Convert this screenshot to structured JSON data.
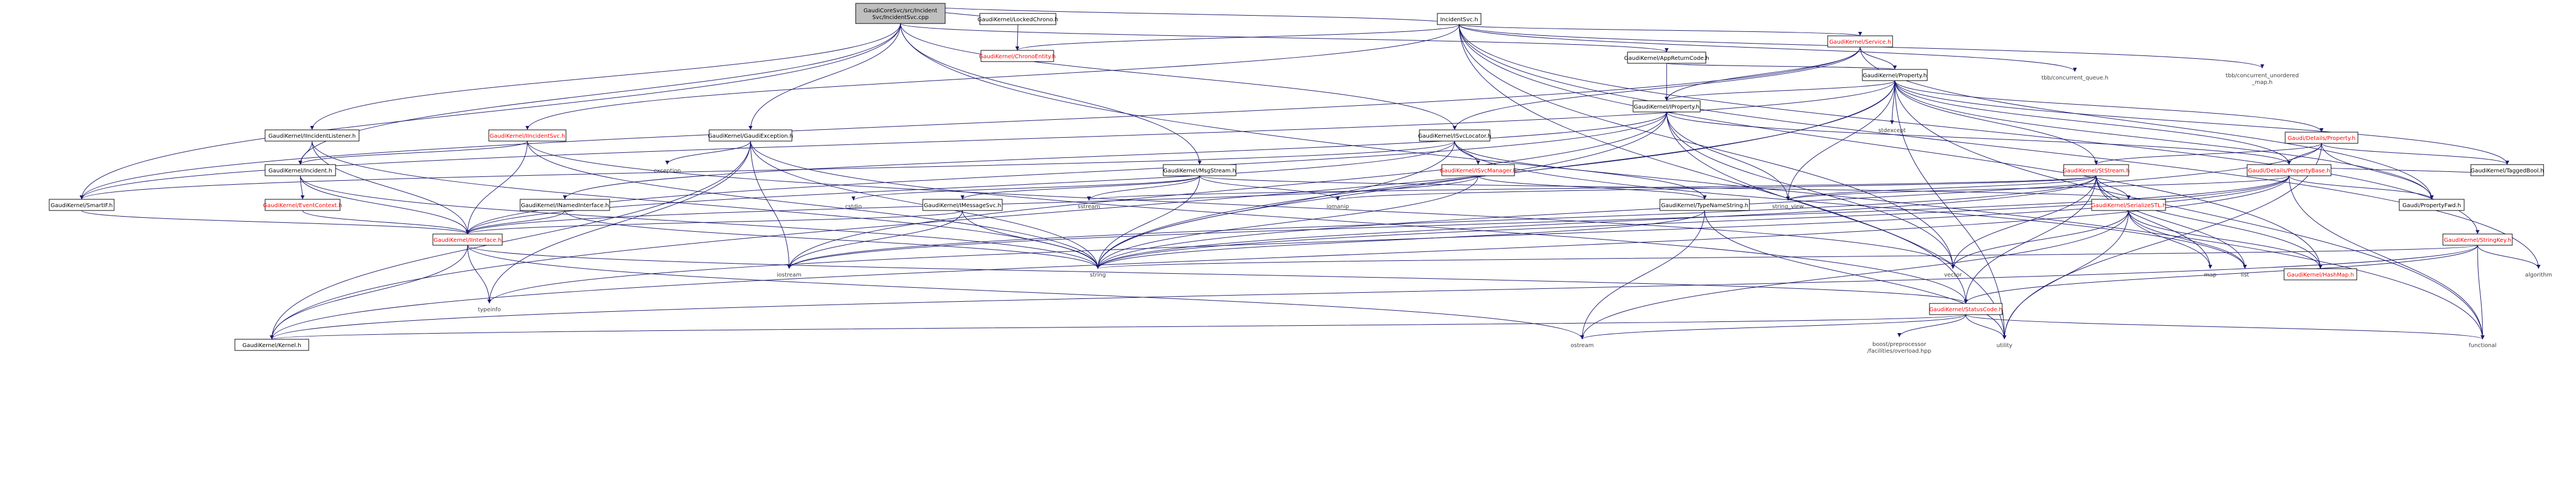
{
  "graph": {
    "nodes": [
      {
        "id": "root",
        "lines": [
          "GaudiCoreSvc/src/Incident",
          "Svc/IncidentSvc.cpp"
        ],
        "kind": "root"
      },
      {
        "id": "incsvch",
        "lines": [
          "IncidentSvc.h"
        ],
        "kind": "plain"
      },
      {
        "id": "lockedchrono",
        "lines": [
          "GaudiKernel/LockedChrono.h"
        ],
        "kind": "plain"
      },
      {
        "id": "chronoentity",
        "lines": [
          "GaudiKernel/ChronoEntity.h"
        ],
        "kind": "red"
      },
      {
        "id": "appreturn",
        "lines": [
          "GaudiKernel/AppReturnCode.h"
        ],
        "kind": "plain"
      },
      {
        "id": "servicehdr",
        "lines": [
          "GaudiKernel/Service.h"
        ],
        "kind": "red"
      },
      {
        "id": "tbbq",
        "lines": [
          "tbb/concurrent_queue.h"
        ],
        "kind": "lib"
      },
      {
        "id": "tbbmap",
        "lines": [
          "tbb/concurrent_unordered",
          "_map.h"
        ],
        "kind": "lib"
      },
      {
        "id": "property",
        "lines": [
          "GaudiKernel/Property.h"
        ],
        "kind": "plain"
      },
      {
        "id": "iproperty",
        "lines": [
          "GaudiKernel/IProperty.h"
        ],
        "kind": "plain"
      },
      {
        "id": "stdexcept",
        "lines": [
          "stdexcept"
        ],
        "kind": "lib"
      },
      {
        "id": "iincidentlistener",
        "lines": [
          "GaudiKernel/IIncidentListener.h"
        ],
        "kind": "plain"
      },
      {
        "id": "iincidentsvc",
        "lines": [
          "GaudiKernel/IIncidentSvc.h"
        ],
        "kind": "red"
      },
      {
        "id": "gaudiexception",
        "lines": [
          "GaudiKernel/GaudiException.h"
        ],
        "kind": "plain"
      },
      {
        "id": "isvclocator",
        "lines": [
          "GaudiKernel/ISvcLocator.h"
        ],
        "kind": "plain"
      },
      {
        "id": "detailsproperty",
        "lines": [
          "Gaudi/Details/Property.h"
        ],
        "kind": "red"
      },
      {
        "id": "incident",
        "lines": [
          "GaudiKernel/Incident.h"
        ],
        "kind": "plain"
      },
      {
        "id": "exception",
        "lines": [
          "exception"
        ],
        "kind": "lib"
      },
      {
        "id": "msgstream",
        "lines": [
          "GaudiKernel/MsgStream.h"
        ],
        "kind": "plain"
      },
      {
        "id": "isvcmanager",
        "lines": [
          "GaudiKernel/ISvcManager.h"
        ],
        "kind": "red"
      },
      {
        "id": "ststream",
        "lines": [
          "GaudiKernel/StStream.h"
        ],
        "kind": "red"
      },
      {
        "id": "detailspropertybase",
        "lines": [
          "Gaudi/Details/PropertyBase.h"
        ],
        "kind": "red"
      },
      {
        "id": "taggedbool",
        "lines": [
          "GaudiKernel/TaggedBool.h"
        ],
        "kind": "plain"
      },
      {
        "id": "smartif",
        "lines": [
          "GaudiKernel/SmartIF.h"
        ],
        "kind": "plain"
      },
      {
        "id": "eventcontext",
        "lines": [
          "GaudiKernel/EventContext.h"
        ],
        "kind": "red"
      },
      {
        "id": "inamedinterface",
        "lines": [
          "GaudiKernel/INamedInterface.h"
        ],
        "kind": "plain"
      },
      {
        "id": "imessagesvc",
        "lines": [
          "GaudiKernel/IMessageSvc.h"
        ],
        "kind": "plain"
      },
      {
        "id": "cstdio",
        "lines": [
          "cstdio"
        ],
        "kind": "lib"
      },
      {
        "id": "sstream",
        "lines": [
          "sstream"
        ],
        "kind": "lib"
      },
      {
        "id": "iomanip",
        "lines": [
          "iomanip"
        ],
        "kind": "lib"
      },
      {
        "id": "typenamestring",
        "lines": [
          "GaudiKernel/TypeNameString.h"
        ],
        "kind": "plain"
      },
      {
        "id": "stringview",
        "lines": [
          "string_view"
        ],
        "kind": "lib"
      },
      {
        "id": "serializestl",
        "lines": [
          "GaudiKernel/SerializeSTL.h"
        ],
        "kind": "red"
      },
      {
        "id": "propertyfwd",
        "lines": [
          "Gaudi/PropertyFwd.h"
        ],
        "kind": "plain"
      },
      {
        "id": "stringkey",
        "lines": [
          "GaudiKernel/StringKey.h"
        ],
        "kind": "red"
      },
      {
        "id": "iinterface",
        "lines": [
          "GaudiKernel/IInterface.h"
        ],
        "kind": "red"
      },
      {
        "id": "iostream",
        "lines": [
          "iostream"
        ],
        "kind": "lib"
      },
      {
        "id": "string",
        "lines": [
          "string"
        ],
        "kind": "lib"
      },
      {
        "id": "vector",
        "lines": [
          "vector"
        ],
        "kind": "lib"
      },
      {
        "id": "map",
        "lines": [
          "map"
        ],
        "kind": "lib"
      },
      {
        "id": "list",
        "lines": [
          "list"
        ],
        "kind": "lib"
      },
      {
        "id": "hashmap",
        "lines": [
          "GaudiKernel/HashMap.h"
        ],
        "kind": "red"
      },
      {
        "id": "algorithm",
        "lines": [
          "algorithm"
        ],
        "kind": "lib"
      },
      {
        "id": "typeinfo",
        "lines": [
          "typeinfo"
        ],
        "kind": "lib"
      },
      {
        "id": "statuscode",
        "lines": [
          "GaudiKernel/StatusCode.h"
        ],
        "kind": "red"
      },
      {
        "id": "kernel",
        "lines": [
          "GaudiKernel/Kernel.h"
        ],
        "kind": "plain"
      },
      {
        "id": "ostream",
        "lines": [
          "ostream"
        ],
        "kind": "lib"
      },
      {
        "id": "boostpp",
        "lines": [
          "boost/preprocessor",
          "/facilities/overload.hpp"
        ],
        "kind": "lib"
      },
      {
        "id": "utility",
        "lines": [
          "utility"
        ],
        "kind": "lib"
      },
      {
        "id": "functional",
        "lines": [
          "functional"
        ],
        "kind": "lib"
      }
    ],
    "edges": [
      [
        "root",
        "incsvch"
      ],
      [
        "root",
        "lockedchrono"
      ],
      [
        "root",
        "appreturn"
      ],
      [
        "root",
        "iincidentlistener"
      ],
      [
        "root",
        "incident"
      ],
      [
        "root",
        "gaudiexception"
      ],
      [
        "root",
        "msgstream"
      ],
      [
        "root",
        "isvclocator"
      ],
      [
        "root",
        "smartif"
      ],
      [
        "root",
        "functional"
      ],
      [
        "incsvch",
        "servicehdr"
      ],
      [
        "incsvch",
        "tbbq"
      ],
      [
        "incsvch",
        "tbbmap"
      ],
      [
        "incsvch",
        "chronoentity"
      ],
      [
        "incsvch",
        "iincidentsvc"
      ],
      [
        "incsvch",
        "stringkey"
      ],
      [
        "incsvch",
        "hashmap"
      ],
      [
        "incsvch",
        "algorithm"
      ],
      [
        "incsvch",
        "vector"
      ],
      [
        "incsvch",
        "utility"
      ],
      [
        "lockedchrono",
        "chronoentity"
      ],
      [
        "appreturn",
        "property"
      ],
      [
        "appreturn",
        "iproperty"
      ],
      [
        "servicehdr",
        "property"
      ],
      [
        "servicehdr",
        "iproperty"
      ],
      [
        "servicehdr",
        "isvclocator"
      ],
      [
        "servicehdr",
        "smartif"
      ],
      [
        "servicehdr",
        "propertyfwd"
      ],
      [
        "property",
        "iproperty"
      ],
      [
        "property",
        "stdexcept"
      ],
      [
        "property",
        "detailsproperty"
      ],
      [
        "property",
        "detailspropertybase"
      ],
      [
        "property",
        "taggedbool"
      ],
      [
        "property",
        "ststream"
      ],
      [
        "property",
        "string"
      ],
      [
        "property",
        "stringview"
      ],
      [
        "property",
        "utility"
      ],
      [
        "property",
        "smartif"
      ],
      [
        "property",
        "kernel"
      ],
      [
        "property",
        "propertyfwd"
      ],
      [
        "property",
        "functional"
      ],
      [
        "iproperty",
        "iinterface"
      ],
      [
        "iproperty",
        "inamedinterface"
      ],
      [
        "iproperty",
        "string"
      ],
      [
        "iproperty",
        "vector"
      ],
      [
        "iproperty",
        "stringview"
      ],
      [
        "iproperty",
        "iostream"
      ],
      [
        "iproperty",
        "statuscode"
      ],
      [
        "iproperty",
        "detailspropertybase"
      ],
      [
        "iincidentlistener",
        "incident"
      ],
      [
        "iincidentlistener",
        "iinterface"
      ],
      [
        "iincidentlistener",
        "string"
      ],
      [
        "iincidentsvc",
        "incident"
      ],
      [
        "iincidentsvc",
        "iinterface"
      ],
      [
        "iincidentsvc",
        "string"
      ],
      [
        "iincidentsvc",
        "vector"
      ],
      [
        "gaudiexception",
        "statuscode"
      ],
      [
        "gaudiexception",
        "exception"
      ],
      [
        "gaudiexception",
        "iostream"
      ],
      [
        "gaudiexception",
        "string"
      ],
      [
        "gaudiexception",
        "typeinfo"
      ],
      [
        "gaudiexception",
        "kernel"
      ],
      [
        "isvclocator",
        "isvcmanager"
      ],
      [
        "isvclocator",
        "smartif"
      ],
      [
        "isvclocator",
        "typenamestring"
      ],
      [
        "isvclocator",
        "string"
      ],
      [
        "isvclocator",
        "list"
      ],
      [
        "isvclocator",
        "iinterface"
      ],
      [
        "detailsproperty",
        "detailspropertybase"
      ],
      [
        "detailsproperty",
        "ststream"
      ],
      [
        "detailsproperty",
        "taggedbool"
      ],
      [
        "detailsproperty",
        "propertyfwd"
      ],
      [
        "detailsproperty",
        "string"
      ],
      [
        "detailsproperty",
        "utility"
      ],
      [
        "incident",
        "eventcontext"
      ],
      [
        "incident",
        "iinterface"
      ],
      [
        "incident",
        "string"
      ],
      [
        "msgstream",
        "imessagesvc"
      ],
      [
        "msgstream",
        "sstream"
      ],
      [
        "msgstream",
        "iomanip"
      ],
      [
        "msgstream",
        "cstdio"
      ],
      [
        "msgstream",
        "string"
      ],
      [
        "msgstream",
        "serializestl"
      ],
      [
        "isvcmanager",
        "iinterface"
      ],
      [
        "isvcmanager",
        "string"
      ],
      [
        "isvcmanager",
        "typenamestring"
      ],
      [
        "ststream",
        "serializestl"
      ],
      [
        "ststream",
        "iostream"
      ],
      [
        "ststream",
        "sstream"
      ],
      [
        "ststream",
        "iomanip"
      ],
      [
        "ststream",
        "string"
      ],
      [
        "ststream",
        "vector"
      ],
      [
        "ststream",
        "list"
      ],
      [
        "ststream",
        "map"
      ],
      [
        "ststream",
        "stringview"
      ],
      [
        "ststream",
        "statuscode"
      ],
      [
        "ststream",
        "hashmap"
      ],
      [
        "detailspropertybase",
        "propertyfwd"
      ],
      [
        "detailspropertybase",
        "taggedbool"
      ],
      [
        "detailspropertybase",
        "string"
      ],
      [
        "detailspropertybase",
        "stringview"
      ],
      [
        "detailspropertybase",
        "iostream"
      ],
      [
        "detailspropertybase",
        "typeinfo"
      ],
      [
        "detailspropertybase",
        "functional"
      ],
      [
        "detailspropertybase",
        "kernel"
      ],
      [
        "smartif",
        "iinterface"
      ],
      [
        "eventcontext",
        "iinterface"
      ],
      [
        "inamedinterface",
        "iinterface"
      ],
      [
        "inamedinterface",
        "string"
      ],
      [
        "imessagesvc",
        "iinterface"
      ],
      [
        "imessagesvc",
        "iostream"
      ],
      [
        "imessagesvc",
        "string"
      ],
      [
        "typenamestring",
        "string"
      ],
      [
        "typenamestring",
        "ostream"
      ],
      [
        "typenamestring",
        "utility"
      ],
      [
        "serializestl",
        "vector"
      ],
      [
        "serializestl",
        "list"
      ],
      [
        "serializestl",
        "map"
      ],
      [
        "serializestl",
        "utility"
      ],
      [
        "serializestl",
        "ostream"
      ],
      [
        "serializestl",
        "hashmap"
      ],
      [
        "stringkey",
        "functional"
      ],
      [
        "stringkey",
        "string"
      ],
      [
        "stringkey",
        "algorithm"
      ],
      [
        "stringkey",
        "statuscode"
      ],
      [
        "stringkey",
        "kernel"
      ],
      [
        "iinterface",
        "statuscode"
      ],
      [
        "iinterface",
        "typeinfo"
      ],
      [
        "iinterface",
        "ostream"
      ],
      [
        "iinterface",
        "kernel"
      ],
      [
        "statuscode",
        "boostpp"
      ],
      [
        "statuscode",
        "ostream"
      ],
      [
        "statuscode",
        "utility"
      ],
      [
        "statuscode",
        "functional"
      ],
      [
        "statuscode",
        "kernel"
      ]
    ]
  }
}
